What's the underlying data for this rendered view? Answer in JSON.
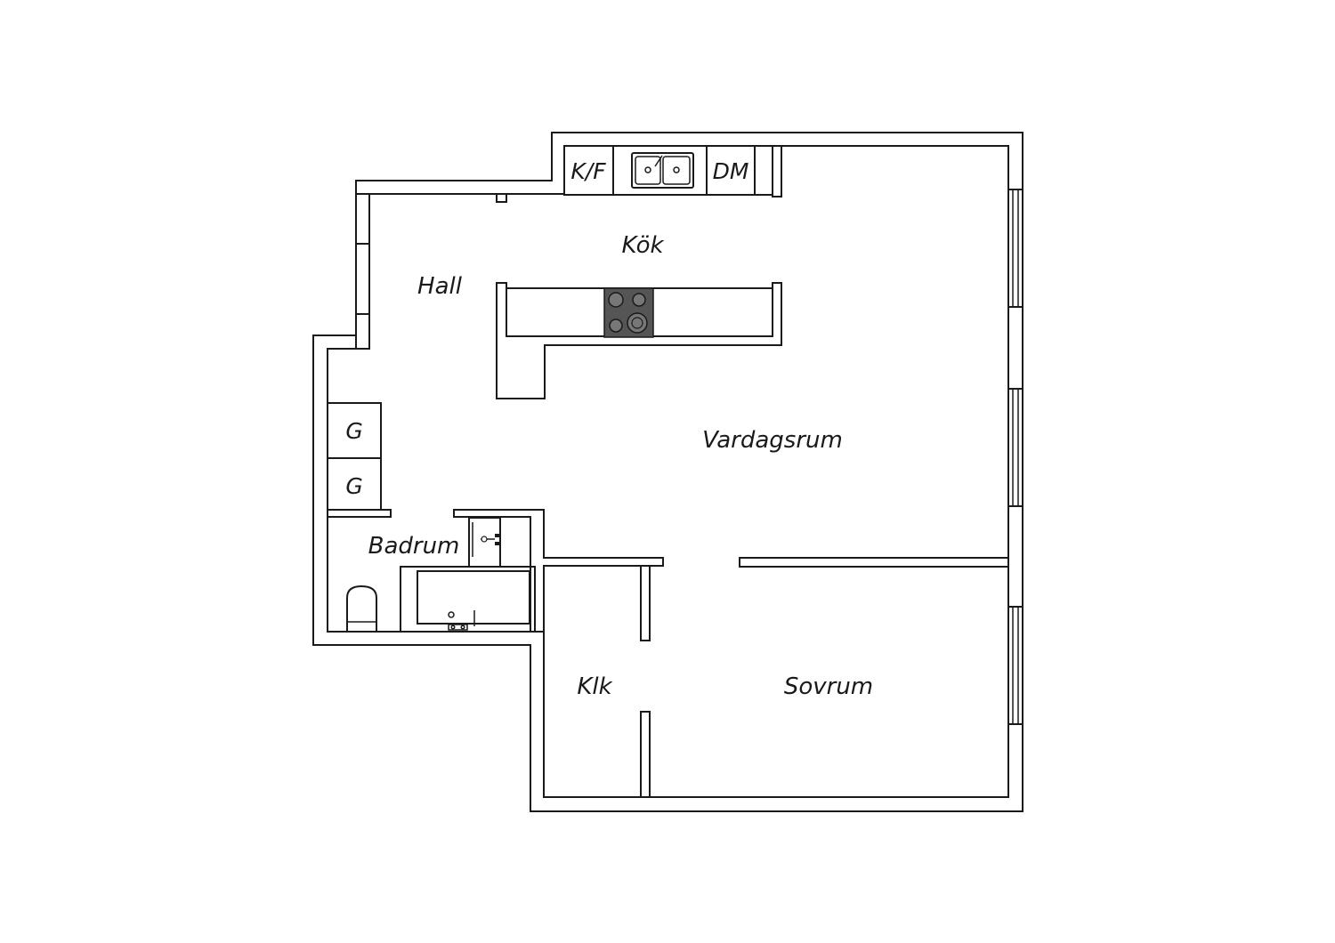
{
  "rooms": {
    "kok": "Kök",
    "hall": "Hall",
    "vardagsrum": "Vardagsrum",
    "badrum": "Badrum",
    "klk": "Klk",
    "sovrum": "Sovrum"
  },
  "fixtures": {
    "fridge_freezer": "K/F",
    "dishwasher": "DM",
    "wardrobe_1": "G",
    "wardrobe_2": "G"
  },
  "colors": {
    "stroke": "#1a1a1a",
    "background": "#ffffff",
    "stove": "#555555"
  },
  "icons": [
    "sink-icon",
    "stove-icon",
    "washbasin-icon",
    "toilet-icon",
    "bathtub-icon",
    "window-icon"
  ]
}
